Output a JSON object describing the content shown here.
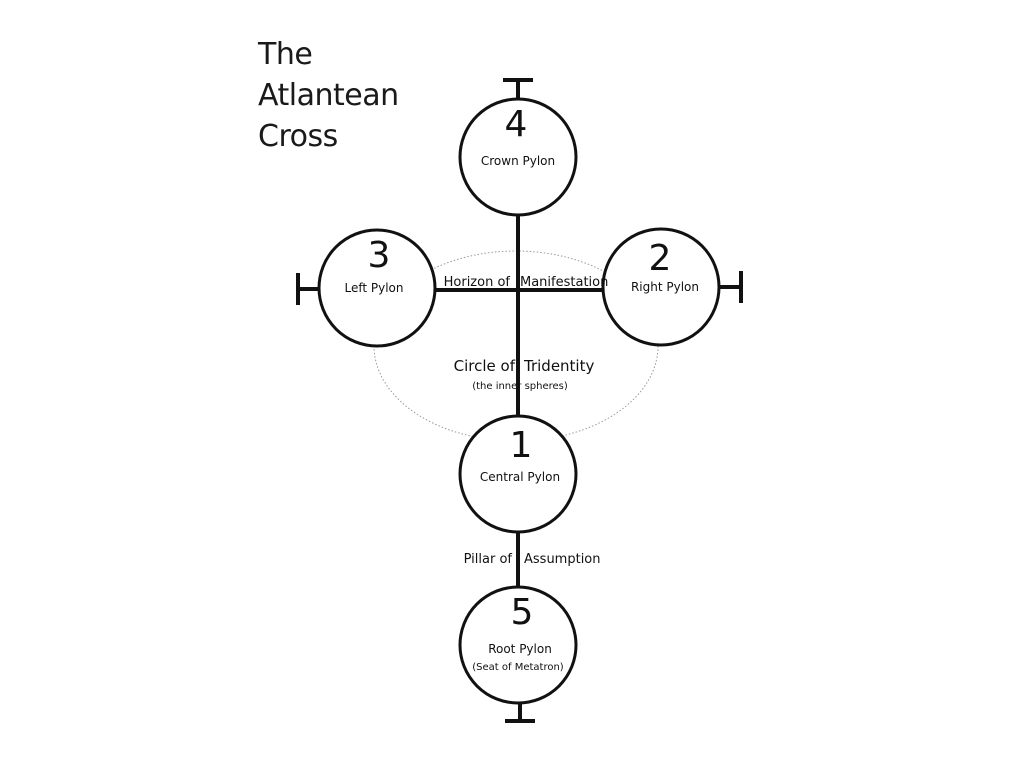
{
  "title": {
    "line1": "The",
    "line2": "Atlantean",
    "line3": "Cross"
  },
  "pylons": {
    "crown": {
      "number": "4",
      "label": "Crown Pylon"
    },
    "right": {
      "number": "2",
      "label": "Right Pylon"
    },
    "left": {
      "number": "3",
      "label": "Left Pylon"
    },
    "central": {
      "number": "1",
      "label": "Central Pylon"
    },
    "root": {
      "number": "5",
      "label": "Root Pylon",
      "sublabel": "(Seat of Metatron)"
    }
  },
  "horizon": {
    "part1": "Horizon of",
    "part2": "Manifestation"
  },
  "circle": {
    "part1": "Circle of",
    "part2": "Tridentity",
    "sub": "(the inner spheres)"
  },
  "pillar": {
    "part1": "Pillar of",
    "part2": "Assumption"
  },
  "colors": {
    "line": "#111111",
    "ellipse": "#999999",
    "background": "#ffffff"
  }
}
